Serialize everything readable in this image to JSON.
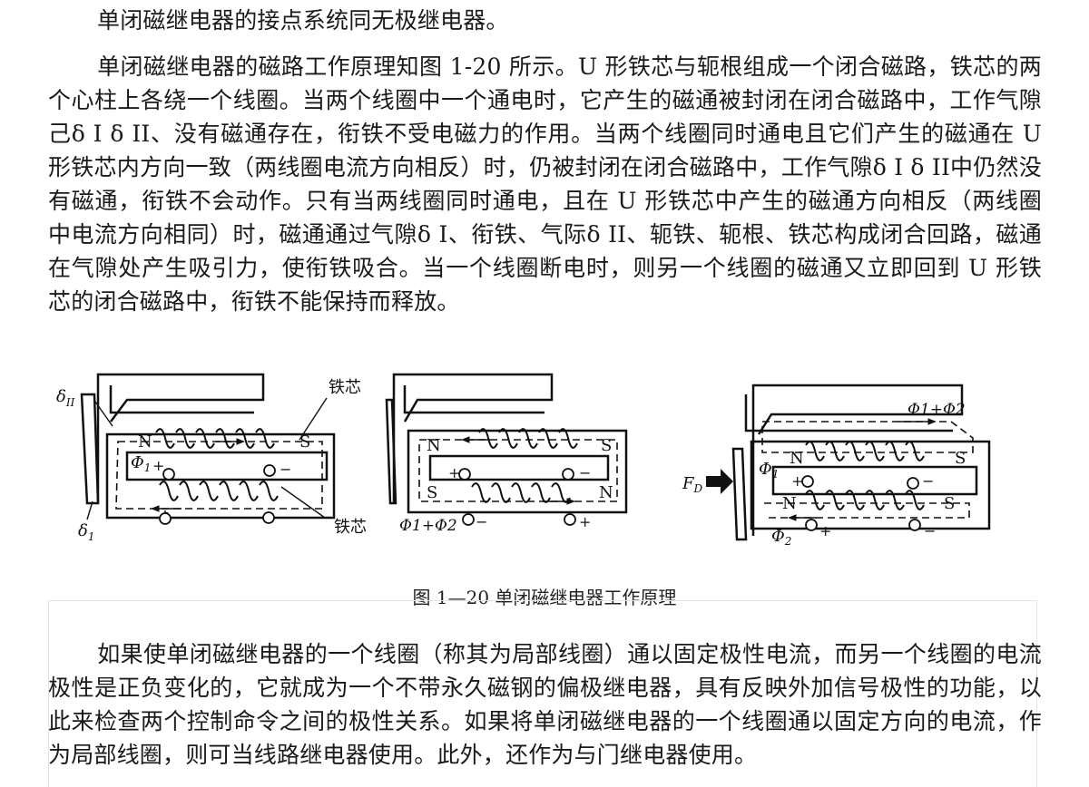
{
  "paragraphs": {
    "p1": "单闭磁继电器的接点系统同无极继电器。",
    "p2": "单闭磁继电器的磁路工作原理知图 1-20 所示。U 形铁芯与轭根组成一个闭合磁路，铁芯的两个心柱上各绕一个线圈。当两个线圈中一个通电时，它产生的磁通被封闭在闭合磁路中，工作气隙己δ I δ II、没有磁通存在，衔铁不受电磁力的作用。当两个线圈同时通电且它们产生的磁通在 U 形铁芯内方向一致（两线圈电流方向相反）时，仍被封闭在闭合磁路中，工作气隙δ I δ II中仍然没有磁通，衔铁不会动作。只有当两线圈同时通电，且在 U 形铁芯中产生的磁通方向相反（两线圈中电流方向相同）时，磁通通过气隙δ I、衔铁、气际δ II、轭铁、轭根、铁芯构成闭合回路，磁通在气隙处产生吸引力，使衔铁吸合。当一个线圈断电时，则另一个线圈的磁通又立即回到 U 形铁芯的闭合磁路中，衔铁不能保持而释放。",
    "p3": "如果使单闭磁继电器的一个线圈（称其为局部线圈）通以固定极性电流，而另一个线圈的电流极性是正负变化的，它就成为一个不带永久磁钢的偏极继电器，具有反映外加信号极性的功能，以此来检查两个控制命令之间的极性关系。如果将单闭磁继电器的一个线圈通以固定方向的电流，作为局部线圈，则可当线路继电器使用。此外，还作为与门继电器使用。"
  },
  "figure": {
    "caption": "图 1—20 单闭磁继电器工作原理",
    "d1": {
      "label_delta2": "δ",
      "label_delta2_sub": "II",
      "label_delta1": "δ",
      "label_delta1_sub": "1",
      "label_core_top": "铁芯",
      "label_core_bottom": "铁芯",
      "pole_n": "N",
      "pole_s": "S",
      "flux": "Φ",
      "flux_sub": "1",
      "plus": "+",
      "minus": "−"
    },
    "d2": {
      "pole_n_top": "N",
      "pole_s_top": "S",
      "pole_s_bottom": "S",
      "pole_n_bottom": "N",
      "flux_sum": "Φ1+Φ2",
      "plus": "+",
      "minus": "−",
      "plus_bottom": "+",
      "minus_bottom": "−"
    },
    "d3": {
      "flux_sum": "Φ1+Φ2",
      "force": "F",
      "force_sub": "D",
      "pole_n_top": "N",
      "pole_s_top": "S",
      "pole_n_bottom": "N",
      "pole_s_bottom": "S",
      "flux1": "Φ",
      "flux1_sub": "1",
      "flux2": "Φ",
      "flux2_sub": "2",
      "plus": "+",
      "minus": "−",
      "plus_bottom": "+",
      "minus_bottom": "−"
    }
  }
}
